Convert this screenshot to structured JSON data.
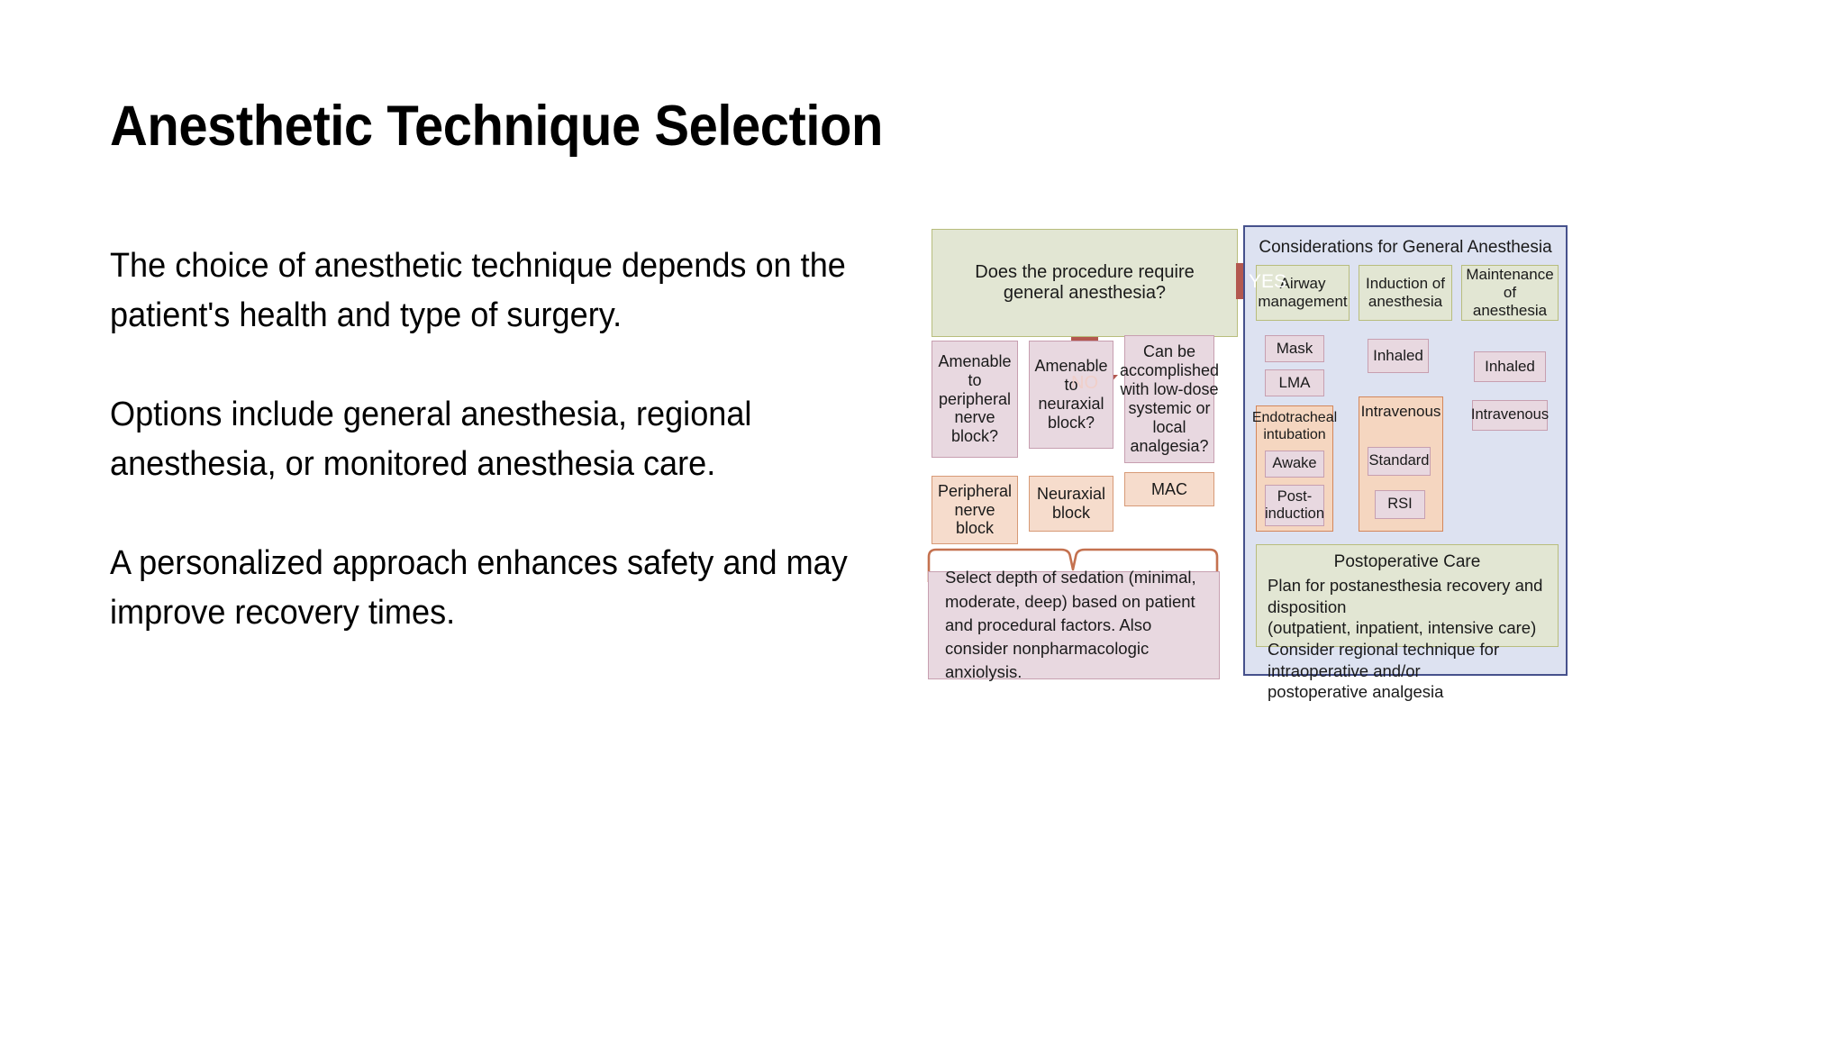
{
  "slide": {
    "title": "Anesthetic Technique Selection",
    "paragraphs": [
      "The choice of anesthetic technique depends on the patient's health and type of surgery.",
      "Options include general anesthesia, regional anesthesia, or monitored anesthesia care.",
      "A personalized approach enhances safety and may improve recovery times."
    ]
  },
  "colors": {
    "green_fill": "#e2e6d3",
    "green_border": "#b8bd7d",
    "pink_fill": "#e8d8e0",
    "pink_border": "#c79fb0",
    "peach_fill": "#f6dccc",
    "peach_border": "#d79a77",
    "peach_group_fill": "#f5d6c0",
    "peach_group_border": "#d3875b",
    "panel_fill": "#dde2f1",
    "panel_border": "#46518c",
    "arrow": "#b3584f",
    "brace": "#c4714f"
  },
  "flowchart": {
    "decision": "Does the procedure require general anesthesia?",
    "yes_label": "YES",
    "no_label": "NO",
    "questions": [
      "Amenable to peripheral nerve block?",
      "Amenable to neuraxial block?",
      "Can be accomplished with low-dose systemic or local analgesia?"
    ],
    "outcomes": [
      "Peripheral nerve block",
      "Neuraxial block",
      "MAC"
    ],
    "sedation_note": "Select depth of sedation (minimal, moderate, deep) based on patient and procedural factors. Also consider nonpharmacologic anxiolysis."
  },
  "panel": {
    "title": "Considerations for General Anesthesia",
    "columns": [
      "Airway management",
      "Induction of anesthesia",
      "Maintenance of anesthesia"
    ],
    "airway": {
      "mask": "Mask",
      "lma": "LMA",
      "group": "Endotracheal intubation",
      "sub": [
        "Awake",
        "Post-induction"
      ]
    },
    "induction": {
      "inhaled": "Inhaled",
      "group": "Intravenous",
      "sub": [
        "Standard",
        "RSI"
      ]
    },
    "maintenance": {
      "inhaled": "Inhaled",
      "intravenous": "Intravenous"
    },
    "postoperative": {
      "title": "Postoperative Care",
      "line1": "Plan for postanesthesia recovery and disposition",
      "line2": "(outpatient, inpatient, intensive care)",
      "line3": "Consider regional technique for intraoperative and/or",
      "line4": "postoperative analgesia"
    }
  }
}
